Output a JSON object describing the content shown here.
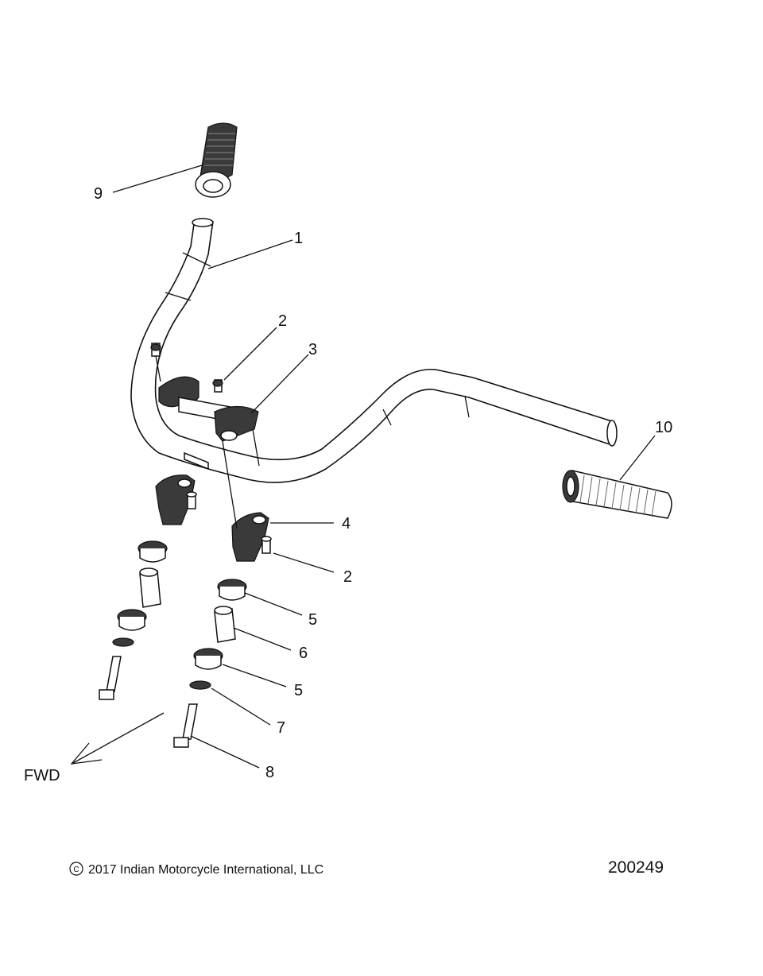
{
  "callouts": {
    "c1": "1",
    "c2a": "2",
    "c3": "3",
    "c10": "10",
    "c4": "4",
    "c2b": "2",
    "c5a": "5",
    "c6": "6",
    "c5b": "5",
    "c7": "7",
    "c8": "8",
    "c9": "9"
  },
  "direction_label": "FWD",
  "footer": {
    "copyright_symbol": "C",
    "copyright": "2017 Indian Motorcycle International, LLC",
    "diagram_id": "200249"
  }
}
